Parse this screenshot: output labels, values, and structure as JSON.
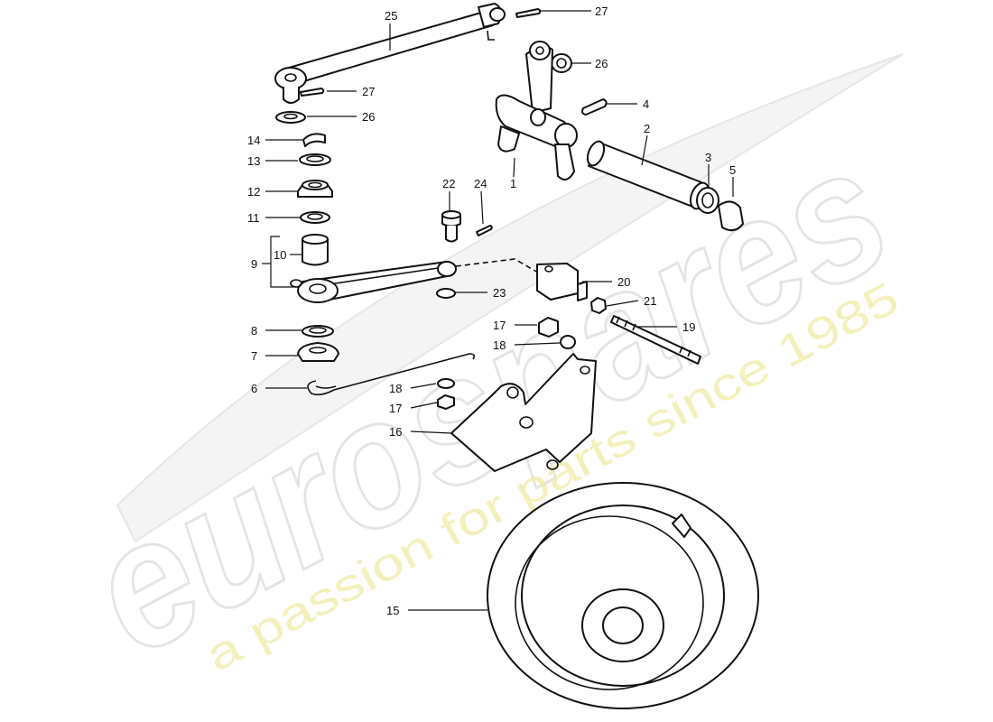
{
  "watermark": {
    "brand": "eurospares",
    "tagline": "a passion for parts since 1985",
    "tagline_color": "#f1eba6"
  },
  "labels": {
    "p1": "1",
    "p2": "2",
    "p3": "3",
    "p4": "4",
    "p5": "5",
    "p6": "6",
    "p7": "7",
    "p8": "8",
    "p9": "9",
    "p10": "10",
    "p11": "11",
    "p12": "12",
    "p13": "13",
    "p14": "14",
    "p15": "15",
    "p16": "16",
    "p17a": "17",
    "p17b": "17",
    "p18a": "18",
    "p18b": "18",
    "p19": "19",
    "p20": "20",
    "p21": "21",
    "p22": "22",
    "p23": "23",
    "p24": "24",
    "p25": "25",
    "p26a": "26",
    "p26b": "26",
    "p27a": "27",
    "p27b": "27"
  }
}
